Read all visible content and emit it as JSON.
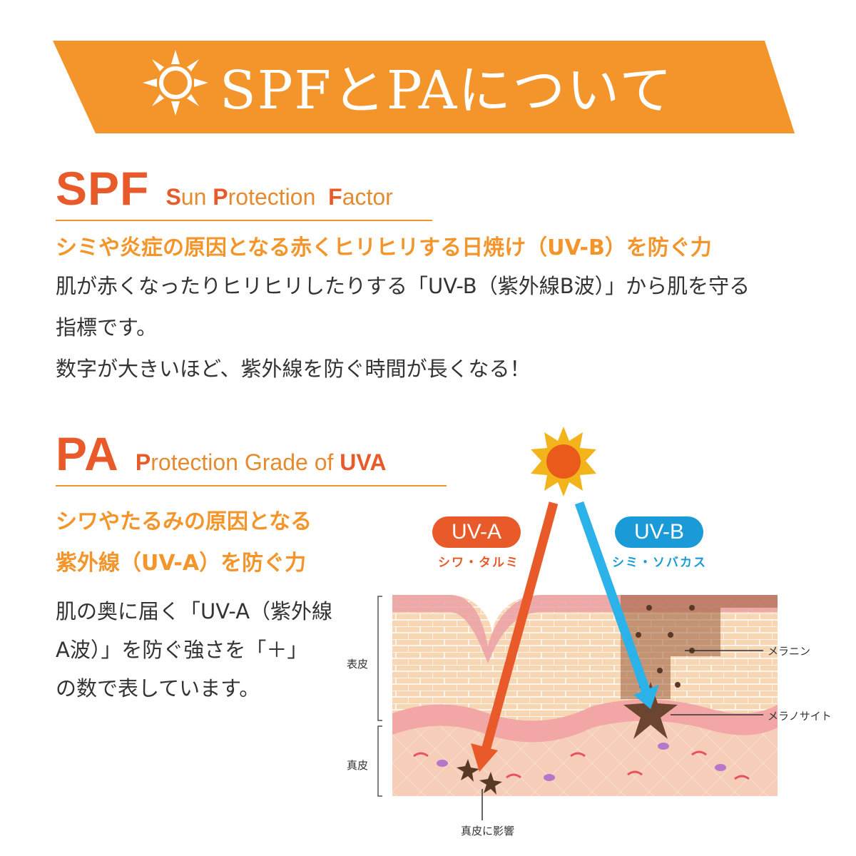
{
  "banner": {
    "title": "SPFとPAについて",
    "color": "#f3952b"
  },
  "spf": {
    "abbr": "SPF",
    "full_parts": [
      {
        "text": "S",
        "highlight": true
      },
      {
        "text": "un ",
        "highlight": false
      },
      {
        "text": "P",
        "highlight": true
      },
      {
        "text": "rotection  ",
        "highlight": false
      },
      {
        "text": "F",
        "highlight": true
      },
      {
        "text": "actor",
        "highlight": false
      }
    ],
    "subhead": "シミや炎症の原因となる赤くヒリヒリする日焼け（UV-B）を防ぐ力",
    "body_lines": [
      "肌が赤くなったりヒリヒリしたりする「UV-B（紫外線B波）」から肌を守る",
      "指標です。",
      "数字が大きいほど、紫外線を防ぐ時間が長くなる！"
    ]
  },
  "pa": {
    "abbr": "PA",
    "full_parts": [
      {
        "text": "P",
        "highlight": true
      },
      {
        "text": "rotection Grade of ",
        "highlight": false
      },
      {
        "text": "UVA",
        "highlight": true
      }
    ],
    "subhead_lines": [
      "シワやたるみの原因となる",
      "紫外線（UV-A）を防ぐ力"
    ],
    "body_lines": [
      "肌の奥に届く「UV-A（紫外線",
      "A波）」を防ぐ強さを「＋」",
      "の数で表しています。"
    ]
  },
  "diagram": {
    "uva": {
      "label": "UV-A",
      "sub": "シワ・タルミ",
      "color": "#e95a2b"
    },
    "uvb": {
      "label": "UV-B",
      "sub": "シミ・ソバカス",
      "color": "#1a9ad6"
    },
    "labels": {
      "epidermis": "表皮",
      "dermis": "真皮",
      "melanin": "メラニン",
      "melanocyte": "メラノサイト",
      "dermis_effect": "真皮に影響"
    }
  },
  "icons": {
    "banner_sun": "sun-outline-icon",
    "diagram_sun": "sun-icon"
  }
}
